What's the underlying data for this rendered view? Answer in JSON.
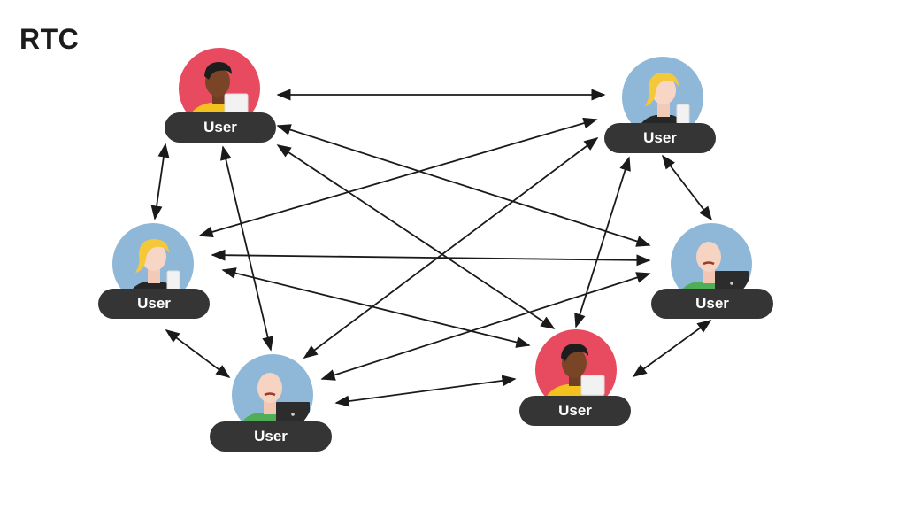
{
  "title": "RTC",
  "colors": {
    "pill_bg": "#353535",
    "pill_text": "#ffffff",
    "arrow": "#1a1a1a",
    "avatar_red": "#e84a5f",
    "avatar_blue": "#8fb8d8"
  },
  "nodes": [
    {
      "id": "u1",
      "label": "User",
      "avatar": "dark-skinned-person-with-tablet-icon",
      "bg": "#e84a5f"
    },
    {
      "id": "u2",
      "label": "User",
      "avatar": "blonde-person-with-phone-icon",
      "bg": "#8fb8d8"
    },
    {
      "id": "u3",
      "label": "User",
      "avatar": "blonde-person-with-phone-icon",
      "bg": "#8fb8d8"
    },
    {
      "id": "u4",
      "label": "User",
      "avatar": "bald-person-with-laptop-icon",
      "bg": "#8fb8d8"
    },
    {
      "id": "u5",
      "label": "User",
      "avatar": "bald-person-with-laptop-icon",
      "bg": "#8fb8d8"
    },
    {
      "id": "u6",
      "label": "User",
      "avatar": "dark-skinned-person-with-tablet-icon",
      "bg": "#e84a5f"
    }
  ],
  "edges": [
    [
      "u1",
      "u2"
    ],
    [
      "u1",
      "u3"
    ],
    [
      "u1",
      "u4"
    ],
    [
      "u1",
      "u5"
    ],
    [
      "u1",
      "u6"
    ],
    [
      "u2",
      "u3"
    ],
    [
      "u2",
      "u4"
    ],
    [
      "u2",
      "u5"
    ],
    [
      "u2",
      "u6"
    ],
    [
      "u3",
      "u4"
    ],
    [
      "u3",
      "u5"
    ],
    [
      "u3",
      "u6"
    ],
    [
      "u4",
      "u5"
    ],
    [
      "u4",
      "u6"
    ],
    [
      "u5",
      "u6"
    ]
  ]
}
